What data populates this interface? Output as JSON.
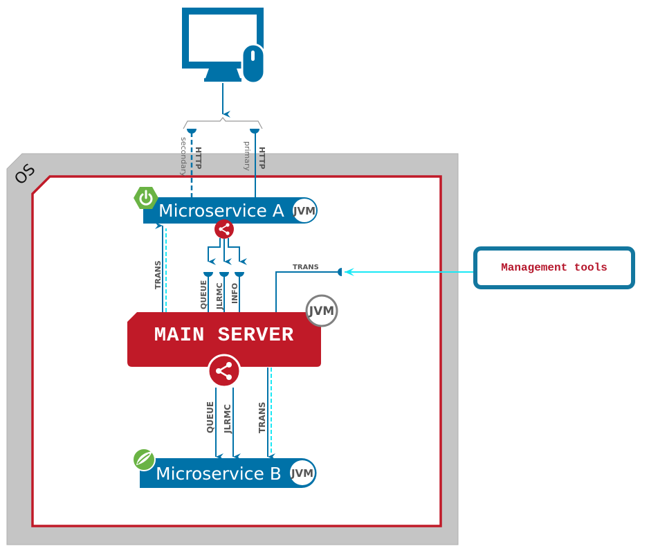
{
  "colors": {
    "blue": "#0072a8",
    "red": "#c01a28",
    "cyan": "#19e8f5",
    "gray_os": "#c5c5c5",
    "green_spring": "#6ab344"
  },
  "os": {
    "label": "OS"
  },
  "client": {
    "icon": "desktop-computer-with-mouse-icon"
  },
  "http": {
    "secondary": {
      "protocol": "HTTP",
      "role": "secondary"
    },
    "primary": {
      "protocol": "HTTP",
      "role": "primary"
    }
  },
  "microservice_a": {
    "title": "Microservice A",
    "runtime": "JVM",
    "icon": "spring-boot-power-icon"
  },
  "main_server": {
    "title": "MAIN SERVER",
    "runtime": "JVM"
  },
  "microservice_b": {
    "title": "Microservice B",
    "runtime": "JVM",
    "icon": "spring-leaf-icon"
  },
  "connections_a_main": {
    "trans": "TRANS",
    "queue": "QUEUE",
    "jlrmc": "JLRMC",
    "info": "INFO"
  },
  "connections_main_b": {
    "queue": "QUEUE",
    "jlrmc": "JLRMC",
    "trans": "TRANS"
  },
  "management": {
    "label": "Management tools",
    "link_label": "TRANS"
  }
}
